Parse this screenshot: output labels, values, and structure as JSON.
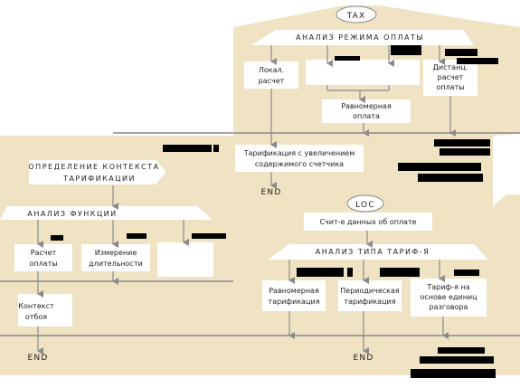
{
  "colors": {
    "panel": "#f0e3c4",
    "box": "#ffffff",
    "line": "#8a8a8a",
    "redaction": "#000000"
  },
  "tax": {
    "title": "TAX",
    "analysis": "АНАЛИЗ РЕЖИМА ОПЛАТЫ",
    "local_line1": "Локал.",
    "local_line2": "расчет",
    "remote_line1": "Дистанц.",
    "remote_line2": "расчет",
    "remote_line3": "оплаты",
    "uniform_line1": "Равномерная",
    "uniform_line2": "оплата",
    "increase_line1": "Тарификация с увеличением",
    "increase_line2": "содержимого счетчика",
    "end": "END"
  },
  "context": {
    "title_line1": "ОПРЕДЕЛЕНИЕ КОНТЕКСТА",
    "title_line2": "ТАРИФИКАЦИИ",
    "analysis": "АНАЛИЗ ФУНКЦИИ",
    "payment_line1": "Расчет",
    "payment_line2": "оплаты",
    "duration_line1": "Измерение",
    "duration_line2": "длительности",
    "rejection_line1": "Контекст",
    "rejection_line2": "отбоя",
    "end": "END"
  },
  "loc": {
    "title": "LOC",
    "read": "Счит-е данных об оплате",
    "analysis": "АНАЛИЗ ТИПА ТАРИФ-Я",
    "uniform_line1": "Равномерная",
    "uniform_line2": "тарификация",
    "periodic_line1": "Периодическая",
    "periodic_line2": "тарификация",
    "units_line1": "Тариф-я на",
    "units_line2": "основе единиц",
    "units_line3": "разговора",
    "end": "END"
  }
}
